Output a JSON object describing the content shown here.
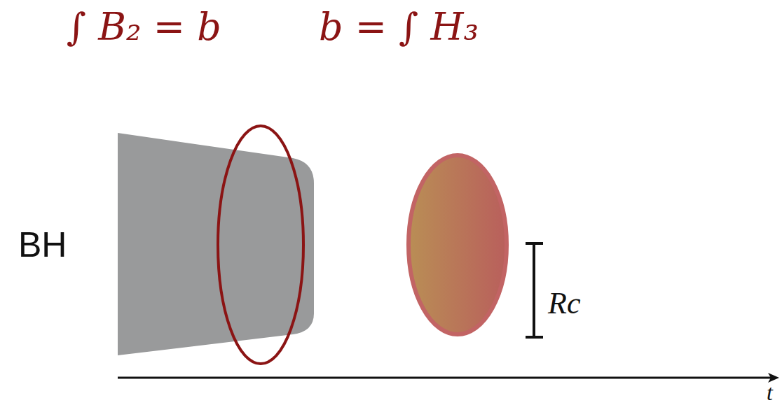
{
  "diagram": {
    "nodes": [
      {
        "text": [
          "BH"
        ]
      }
    ],
    "labels": [
      "∫ B₂ = b",
      "b = ∫ H₃",
      "Rc",
      "t"
    ]
  }
}
